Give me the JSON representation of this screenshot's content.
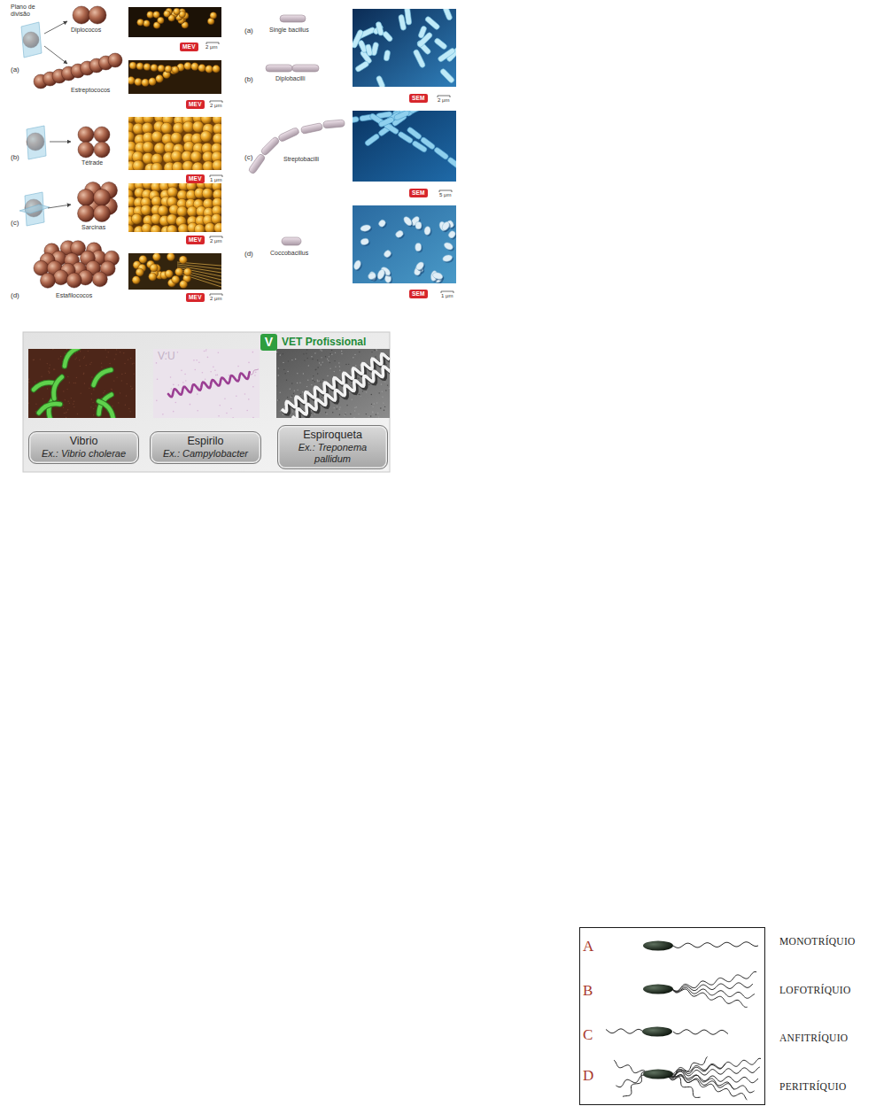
{
  "diagram": {
    "nodes": [
      {
        "text": [
          "MEV"
        ]
      },
      {
        "text": [
          "MEV"
        ]
      },
      {
        "text": [
          "MEV"
        ]
      },
      {
        "text": [
          "MEV"
        ]
      },
      {
        "text": [
          "MEV"
        ]
      },
      {
        "text": [
          "SEM"
        ]
      },
      {
        "text": [
          "SEM"
        ]
      },
      {
        "text": [
          "SEM"
        ]
      },
      {
        "text": [
          "VET Profissional"
        ]
      },
      {
        "text": [
          "V"
        ],
        "in": 8
      },
      {
        "text": [
          "Vibrio",
          "Ex.: Vibrio cholerae"
        ],
        "in": 8
      },
      {
        "text": [
          "Espirilo",
          "Ex.: Campylobacter"
        ],
        "in": 8
      },
      {
        "text": [
          "Espiroqueta",
          "Ex.: Treponema pallidum"
        ],
        "in": 8
      },
      {
        "text": [
          "A",
          "B",
          "C",
          "D"
        ]
      }
    ],
    "labels": [
      "Plano de divisão",
      "Diplococos",
      "(a)",
      "Estreptococos",
      "(b)",
      "Tétrade",
      "(c)",
      "Sarcinas",
      "(d)",
      "Estafilococos",
      "2 μm",
      "2 μm",
      "1 μm",
      "2 μm",
      "2 μm",
      "(a)",
      "Single bacillus",
      "(b)",
      "Diplobacilli",
      "(c)",
      "Streptobacilli",
      "(d)",
      "Coccobacillus",
      "2 μm",
      "5 μm",
      "1 μm",
      "V:U",
      "MONOTRÍQUIO",
      "LOFOTRÍQUIO",
      "ANFITRÍQUIO",
      "PERITRÍQUIO"
    ]
  }
}
